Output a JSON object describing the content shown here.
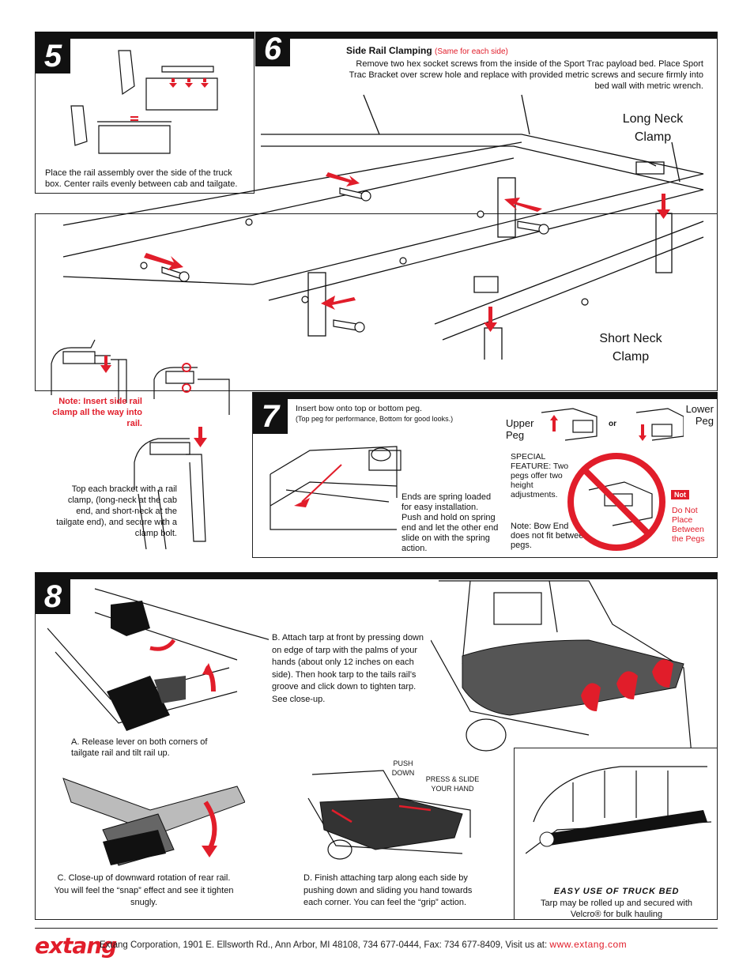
{
  "step5": {
    "number": "5",
    "caption": "Place the rail assembly over the side of the truck box. Center rails evenly between cab and tailgate."
  },
  "step6": {
    "number": "6",
    "title": "Side Rail Clamping",
    "title_note": "(Same for each side)",
    "body": "Remove two hex socket screws from the inside of the Sport Trac payload bed. Place Sport Trac Bracket over screw hole and replace with provided metric screws and secure  firmly into bed wall with metric wrench.",
    "long_neck_label": "Long Neck Clamp",
    "short_neck_label": "Short Neck Clamp",
    "note": "Note: Insert side rail clamp all the way into rail.",
    "bracket_text": "Top each bracket with a rail clamp, (long-neck at the cab end, and short-neck at the tailgate end), and secure with a clamp bolt."
  },
  "step7": {
    "number": "7",
    "intro_line1": "Insert bow onto top or bottom peg.",
    "intro_line2": "(Top peg for performance, Bottom for good looks.)",
    "ends_text": "Ends are spring loaded for easy installation. Push and hold on spring end and let the other end slide on with the spring action.",
    "upper_peg": "Upper Peg",
    "lower_peg": "Lower Peg",
    "or": "or",
    "special": "SPECIAL FEATURE: Two pegs offer two height adjustments.",
    "note": "Note: Bow End does not fit between pegs.",
    "not_badge": "Not",
    "do_not": "Do Not Place Between the Pegs"
  },
  "step8": {
    "number": "8",
    "a": "A. Release lever on both corners of tailgate rail and tilt rail up.",
    "b": "B. Attach tarp at front by pressing down on edge of tarp with the palms of your hands (about only 12 inches on each side). Then hook tarp to the tails rail’s groove and click down to tighten tarp. See close-up.",
    "c": "C. Close-up of downward rotation of rear rail. You will feel the “snap” effect and see it tighten snugly.",
    "d": "D. Finish attaching tarp along each side by pushing down and sliding you hand towards each corner. You can feel the “grip” action.",
    "push_down": "PUSH DOWN",
    "press_slide": "PRESS & SLIDE YOUR HAND",
    "easy_title": "EASY USE OF TRUCK BED",
    "easy_text": "Tarp may be rolled up and secured with Velcro® for bulk hauling"
  },
  "footer": {
    "logo": "extang",
    "address": "Extang Corporation, 1901 E. Ellsworth Rd., Ann Arbor, MI 48108, 734 677-0444, Fax: 734 677-8409, Visit us at:",
    "url": "www.extang.com"
  },
  "colors": {
    "accent": "#e11d2a",
    "ink": "#111111"
  }
}
